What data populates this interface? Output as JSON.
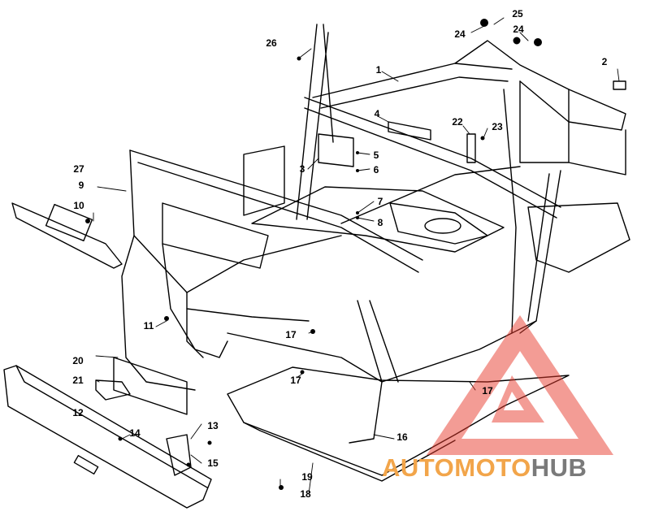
{
  "diagram": {
    "labels": [
      {
        "id": "1",
        "text": "1"
      },
      {
        "id": "2",
        "text": "2"
      },
      {
        "id": "3",
        "text": "3"
      },
      {
        "id": "4",
        "text": "4"
      },
      {
        "id": "5",
        "text": "5"
      },
      {
        "id": "6",
        "text": "6"
      },
      {
        "id": "7",
        "text": "7"
      },
      {
        "id": "8",
        "text": "8"
      },
      {
        "id": "9",
        "text": "9"
      },
      {
        "id": "10",
        "text": "10"
      },
      {
        "id": "11",
        "text": "11"
      },
      {
        "id": "12",
        "text": "12"
      },
      {
        "id": "13",
        "text": "13"
      },
      {
        "id": "14",
        "text": "14"
      },
      {
        "id": "15",
        "text": "15"
      },
      {
        "id": "16",
        "text": "16"
      },
      {
        "id": "17a",
        "text": "17"
      },
      {
        "id": "17b",
        "text": "17"
      },
      {
        "id": "17c",
        "text": "17"
      },
      {
        "id": "18",
        "text": "18"
      },
      {
        "id": "19",
        "text": "19"
      },
      {
        "id": "20",
        "text": "20"
      },
      {
        "id": "21",
        "text": "21"
      },
      {
        "id": "22",
        "text": "22"
      },
      {
        "id": "23",
        "text": "23"
      },
      {
        "id": "24a",
        "text": "24"
      },
      {
        "id": "24b",
        "text": "24"
      },
      {
        "id": "25",
        "text": "25"
      },
      {
        "id": "26",
        "text": "26"
      },
      {
        "id": "27",
        "text": "27"
      }
    ]
  },
  "watermark": {
    "part1": "AUTOMOTO",
    "part2": "HUB",
    "color_primary": "#f2a54a",
    "color_secondary": "#7a7a7a",
    "triangle_color": "#e8392b"
  }
}
